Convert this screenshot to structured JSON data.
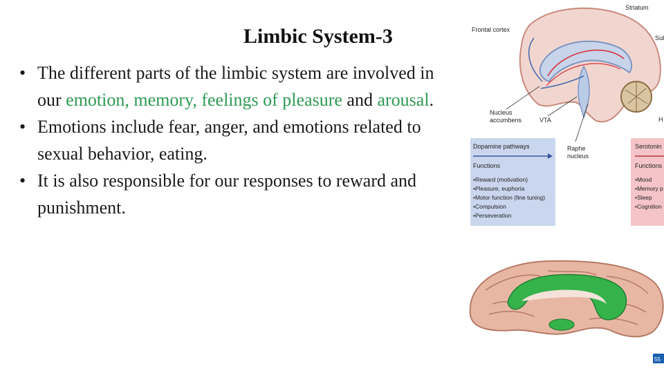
{
  "slide": {
    "title": "Limbic System-3",
    "bullets": [
      {
        "parts": [
          {
            "text": "The different parts of the limbic system are involved in our ",
            "style": "normal"
          },
          {
            "text": "emotion, memory, feelings of pleasure",
            "style": "green"
          },
          {
            "text": " and ",
            "style": "normal"
          },
          {
            "text": "arousal",
            "style": "green"
          },
          {
            "text": ".",
            "style": "normal"
          }
        ]
      },
      {
        "parts": [
          {
            "text": "Emotions include fear, anger, and emotions related to sexual behavior, eating.",
            "style": "normal"
          }
        ]
      },
      {
        "parts": [
          {
            "text": "It is also responsible for our responses to reward and punishment.",
            "style": "normal"
          }
        ]
      }
    ],
    "bullet_symbol": "•"
  },
  "figure_top": {
    "labels": {
      "striatum": "Striatum",
      "frontal_cortex": "Frontal cortex",
      "sub": "Sub",
      "nucleus_accumbens_1": "Nucleus",
      "nucleus_accumbens_2": "accumbens",
      "vta": "VTA",
      "raphe_1": "Raphe",
      "raphe_2": "nucleus",
      "h": "H"
    },
    "dopamine": {
      "heading": "Dopamine pathways",
      "functions_label": "Functions",
      "items": [
        "•Reward (motivation)",
        "•Pleasure, euphoria",
        "•Motor function (fine tuning)",
        "•Compulsion",
        "•Perseveration"
      ]
    },
    "serotonin": {
      "heading": "Serotonin",
      "functions_label": "Functions",
      "items": [
        "•Mood",
        "•Memory p",
        "•Sleep",
        "•Cognition"
      ]
    }
  },
  "figure_bottom": {
    "page_badge": "55"
  },
  "colors": {
    "title": "#111111",
    "body_text": "#1a1a1a",
    "highlight_green": "#2e9a53",
    "dopamine_panel": "#c9d6ee",
    "serotonin_panel": "#f4c4c8",
    "limbic_green": "#35b34a",
    "cortex_pink": "#e8b7a4"
  }
}
